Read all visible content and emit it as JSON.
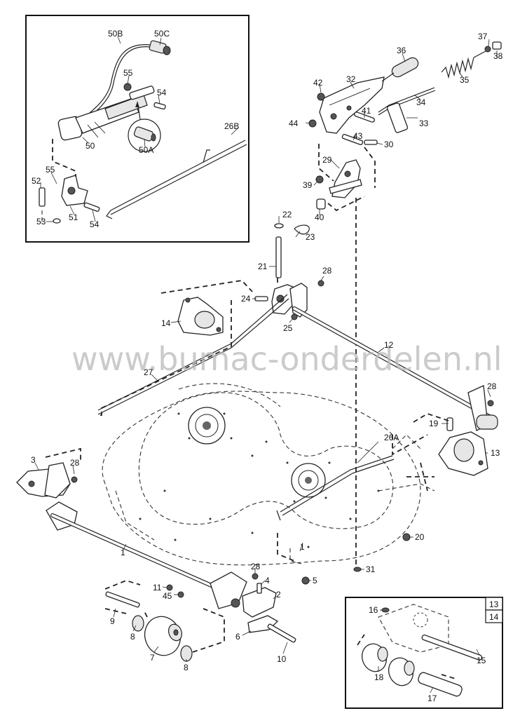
{
  "watermark": "www.bumac-onderdelen.nl",
  "inset_box_labels": [
    "13",
    "14"
  ],
  "labels": {
    "p1": "1",
    "p2": "2",
    "p3": "3",
    "p4": "4",
    "p5": "5",
    "p6": "6",
    "p7": "7",
    "p8a": "8",
    "p8b": "8",
    "p9": "9",
    "p10": "10",
    "p11": "11",
    "p12": "12",
    "p13": "13",
    "p14": "14",
    "p15": "15",
    "p16": "16",
    "p17": "17",
    "p18": "18",
    "p19": "19",
    "p20": "20",
    "p21": "21",
    "p22": "22",
    "p23": "23",
    "p24": "24",
    "p25": "25",
    "p26A": "26A",
    "p26B": "26B",
    "p27": "27",
    "p28a": "28",
    "p28b": "28",
    "p28c": "28",
    "p28d": "28",
    "p29": "29",
    "p30": "30",
    "p31": "31",
    "p32": "32",
    "p33": "33",
    "p34": "34",
    "p35": "35",
    "p36": "36",
    "p37": "37",
    "p38": "38",
    "p39": "39",
    "p40": "40",
    "p41": "41",
    "p42": "42",
    "p43": "43",
    "p44": "44",
    "p45": "45",
    "p50": "50",
    "p50A": "50A",
    "p50B": "50B",
    "p50C": "50C",
    "p51": "51",
    "p52": "52",
    "p53": "53",
    "p54a": "54",
    "p54b": "54",
    "p55a": "55",
    "p55b": "55"
  }
}
